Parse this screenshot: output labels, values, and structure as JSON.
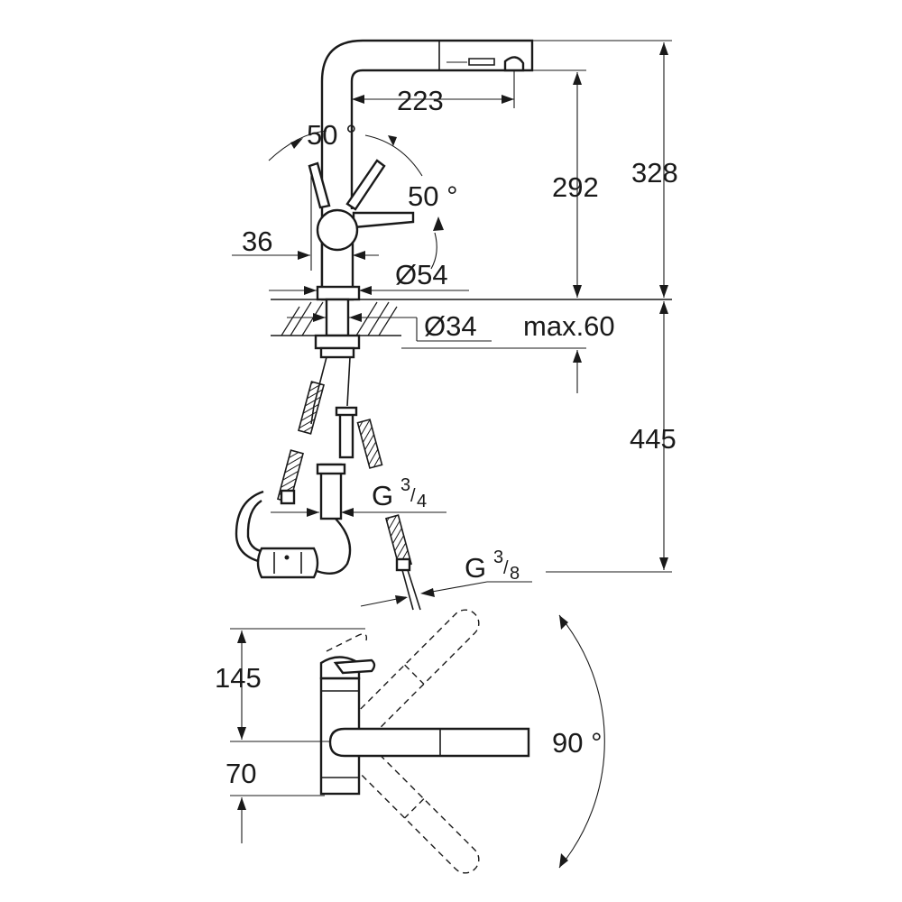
{
  "dimensions": {
    "reach": "223",
    "angle_top": "50 °",
    "angle_side": "50 °",
    "height_spout": "292",
    "height_total": "328",
    "lever_offset": "36",
    "base_diameter": "Ø54",
    "hole_diameter": "Ø34",
    "deck_thickness": "max.60",
    "below_deck": "445",
    "thread_large_prefix": "G",
    "thread_large_num": "3",
    "thread_large_den": "4",
    "thread_small_prefix": "G",
    "thread_small_num": "3",
    "thread_small_den": "8",
    "plan_height_upper": "145",
    "plan_height_lower": "70",
    "swivel_angle": "90 °"
  }
}
